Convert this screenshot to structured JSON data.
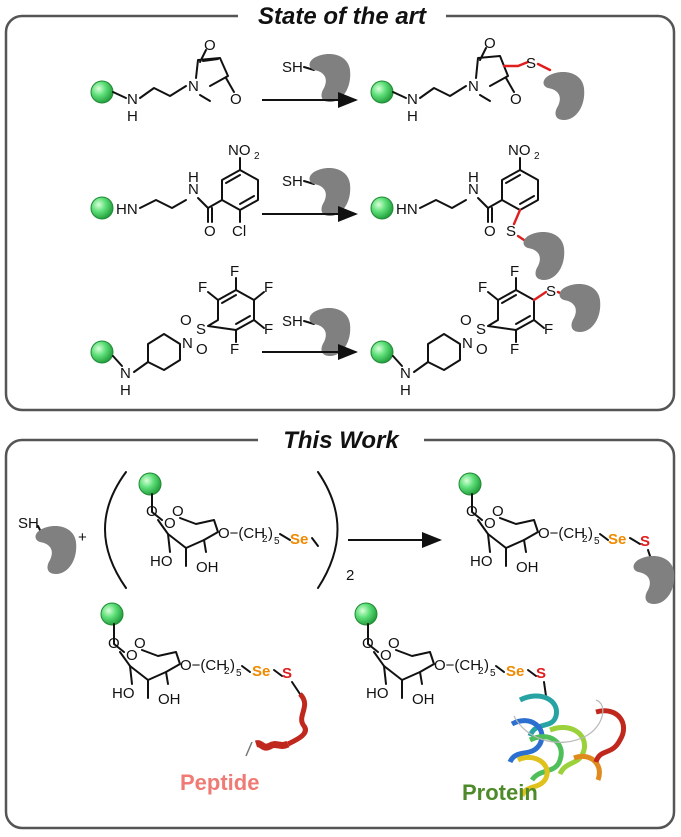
{
  "panels": {
    "top_title": "State of the art",
    "bottom_title": "This Work"
  },
  "labels": {
    "thiol": "SH",
    "nh": "N",
    "h": "H",
    "hn": "HN",
    "n": "N",
    "o": "O",
    "no2": "NO",
    "no2_sub": "2",
    "cl": "Cl",
    "f": "F",
    "s": "S",
    "se": "Se",
    "ho": "HO",
    "oh": "OH",
    "linker_prefix": "O−(CH",
    "linker_sub": "2",
    "linker_close": ")",
    "linker_count": "5",
    "plus": "+",
    "dimer_sub": "2",
    "peptide": "Peptide",
    "protein": "Protein"
  },
  "colors": {
    "bead": "#3bd35a",
    "protein_blob": "#808080",
    "selenium": "#f08a00",
    "sulfur_bond": "#e01e1e",
    "peptide_helix": "#c0281e",
    "peptide_label": "#ef7b74",
    "protein_label": "#4f8a2a"
  },
  "icons": {
    "bead": "green-sphere-icon",
    "protein": "protein-blob-icon",
    "helix": "alpha-helix-icon"
  }
}
